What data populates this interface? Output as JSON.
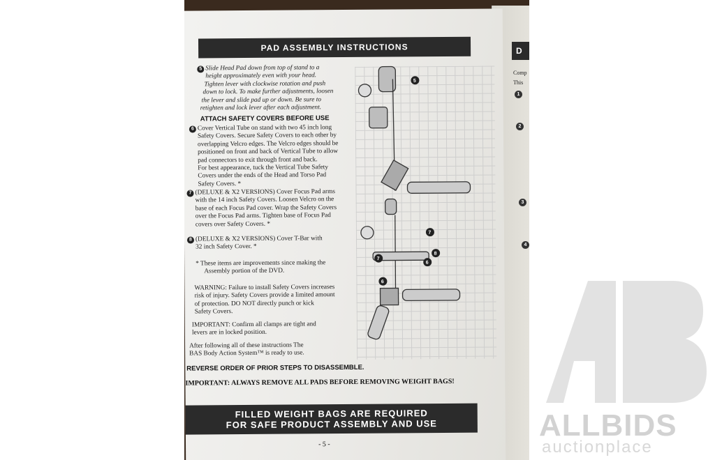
{
  "manual_page": {
    "title": "PAD ASSEMBLY INSTRUCTIONS",
    "steps": [
      {
        "number": "5",
        "lines": [
          "Slide Head Pad down from top of stand to a",
          "height approximately even with your head.",
          "Tighten lever with clockwise rotation and push",
          "down to lock.  To make further adjustments, loosen",
          "the lever and slide pad up or down.  Be sure to",
          "retighten and lock lever after each adjustment."
        ]
      },
      {
        "number": "6",
        "lines": [
          "Cover Vertical Tube on stand with two 45 inch long",
          "Safety Covers.  Secure Safety Covers to each other by",
          "overlapping Velcro edges.  The Velcro edges should be",
          "positioned on front and back of Vertical Tube to allow",
          "pad connectors to exit through front and back.",
          "For best appearance, tuck the Vertical Tube Safety",
          "Covers under the ends of the Head and Torso Pad",
          "Safety Covers.  *"
        ]
      },
      {
        "number": "7",
        "lines": [
          "(DELUXE & X2 VERSIONS) Cover Focus Pad arms",
          "with the 14 inch Safety Covers.  Loosen Velcro on the",
          "base of each Focus Pad cover.  Wrap the Safety Covers",
          "over the Focus Pad arms.   Tighten base of Focus Pad",
          "covers over Safety Covers.  *"
        ]
      },
      {
        "number": "8",
        "lines": [
          "(DELUXE & X2 VERSIONS) Cover T-Bar with",
          "32 inch Safety Cover.  *"
        ]
      }
    ],
    "subheading": "ATTACH SAFETY COVERS BEFORE USE",
    "footnote": [
      "*  These items are improvements since making the",
      "Assembly portion of the DVD."
    ],
    "warning": [
      "WARNING: Failure to install Safety Covers increases",
      "risk of injury.  Safety Covers provide a limited amount",
      "of protection.  DO NOT directly punch or kick",
      "Safety Covers."
    ],
    "important1": [
      "IMPORTANT: Confirm all clamps are tight and",
      "levers are in locked position."
    ],
    "after": [
      "After following all of these instructions The",
      "BAS Body Action System™ is ready to use."
    ],
    "reverse": "REVERSE ORDER OF PRIOR STEPS TO DISASSEMBLE.",
    "important2": "IMPORTANT:  ALWAYS REMOVE ALL PADS BEFORE REMOVING WEIGHT BAGS!",
    "footer_banner": [
      "FILLED WEIGHT BAGS ARE REQUIRED",
      "FOR SAFE PRODUCT ASSEMBLY AND USE"
    ],
    "page_number": "- 5 -",
    "diagram_callouts": [
      "5",
      "7",
      "7",
      "8",
      "6",
      "6"
    ]
  },
  "next_page": {
    "title_fragment": "D",
    "text_fragments": [
      "Comp",
      "This"
    ],
    "numbers": [
      "1",
      "2",
      "3",
      "4"
    ]
  },
  "watermark": {
    "brand": "ALLBIDS",
    "tagline": "auctionplace"
  }
}
